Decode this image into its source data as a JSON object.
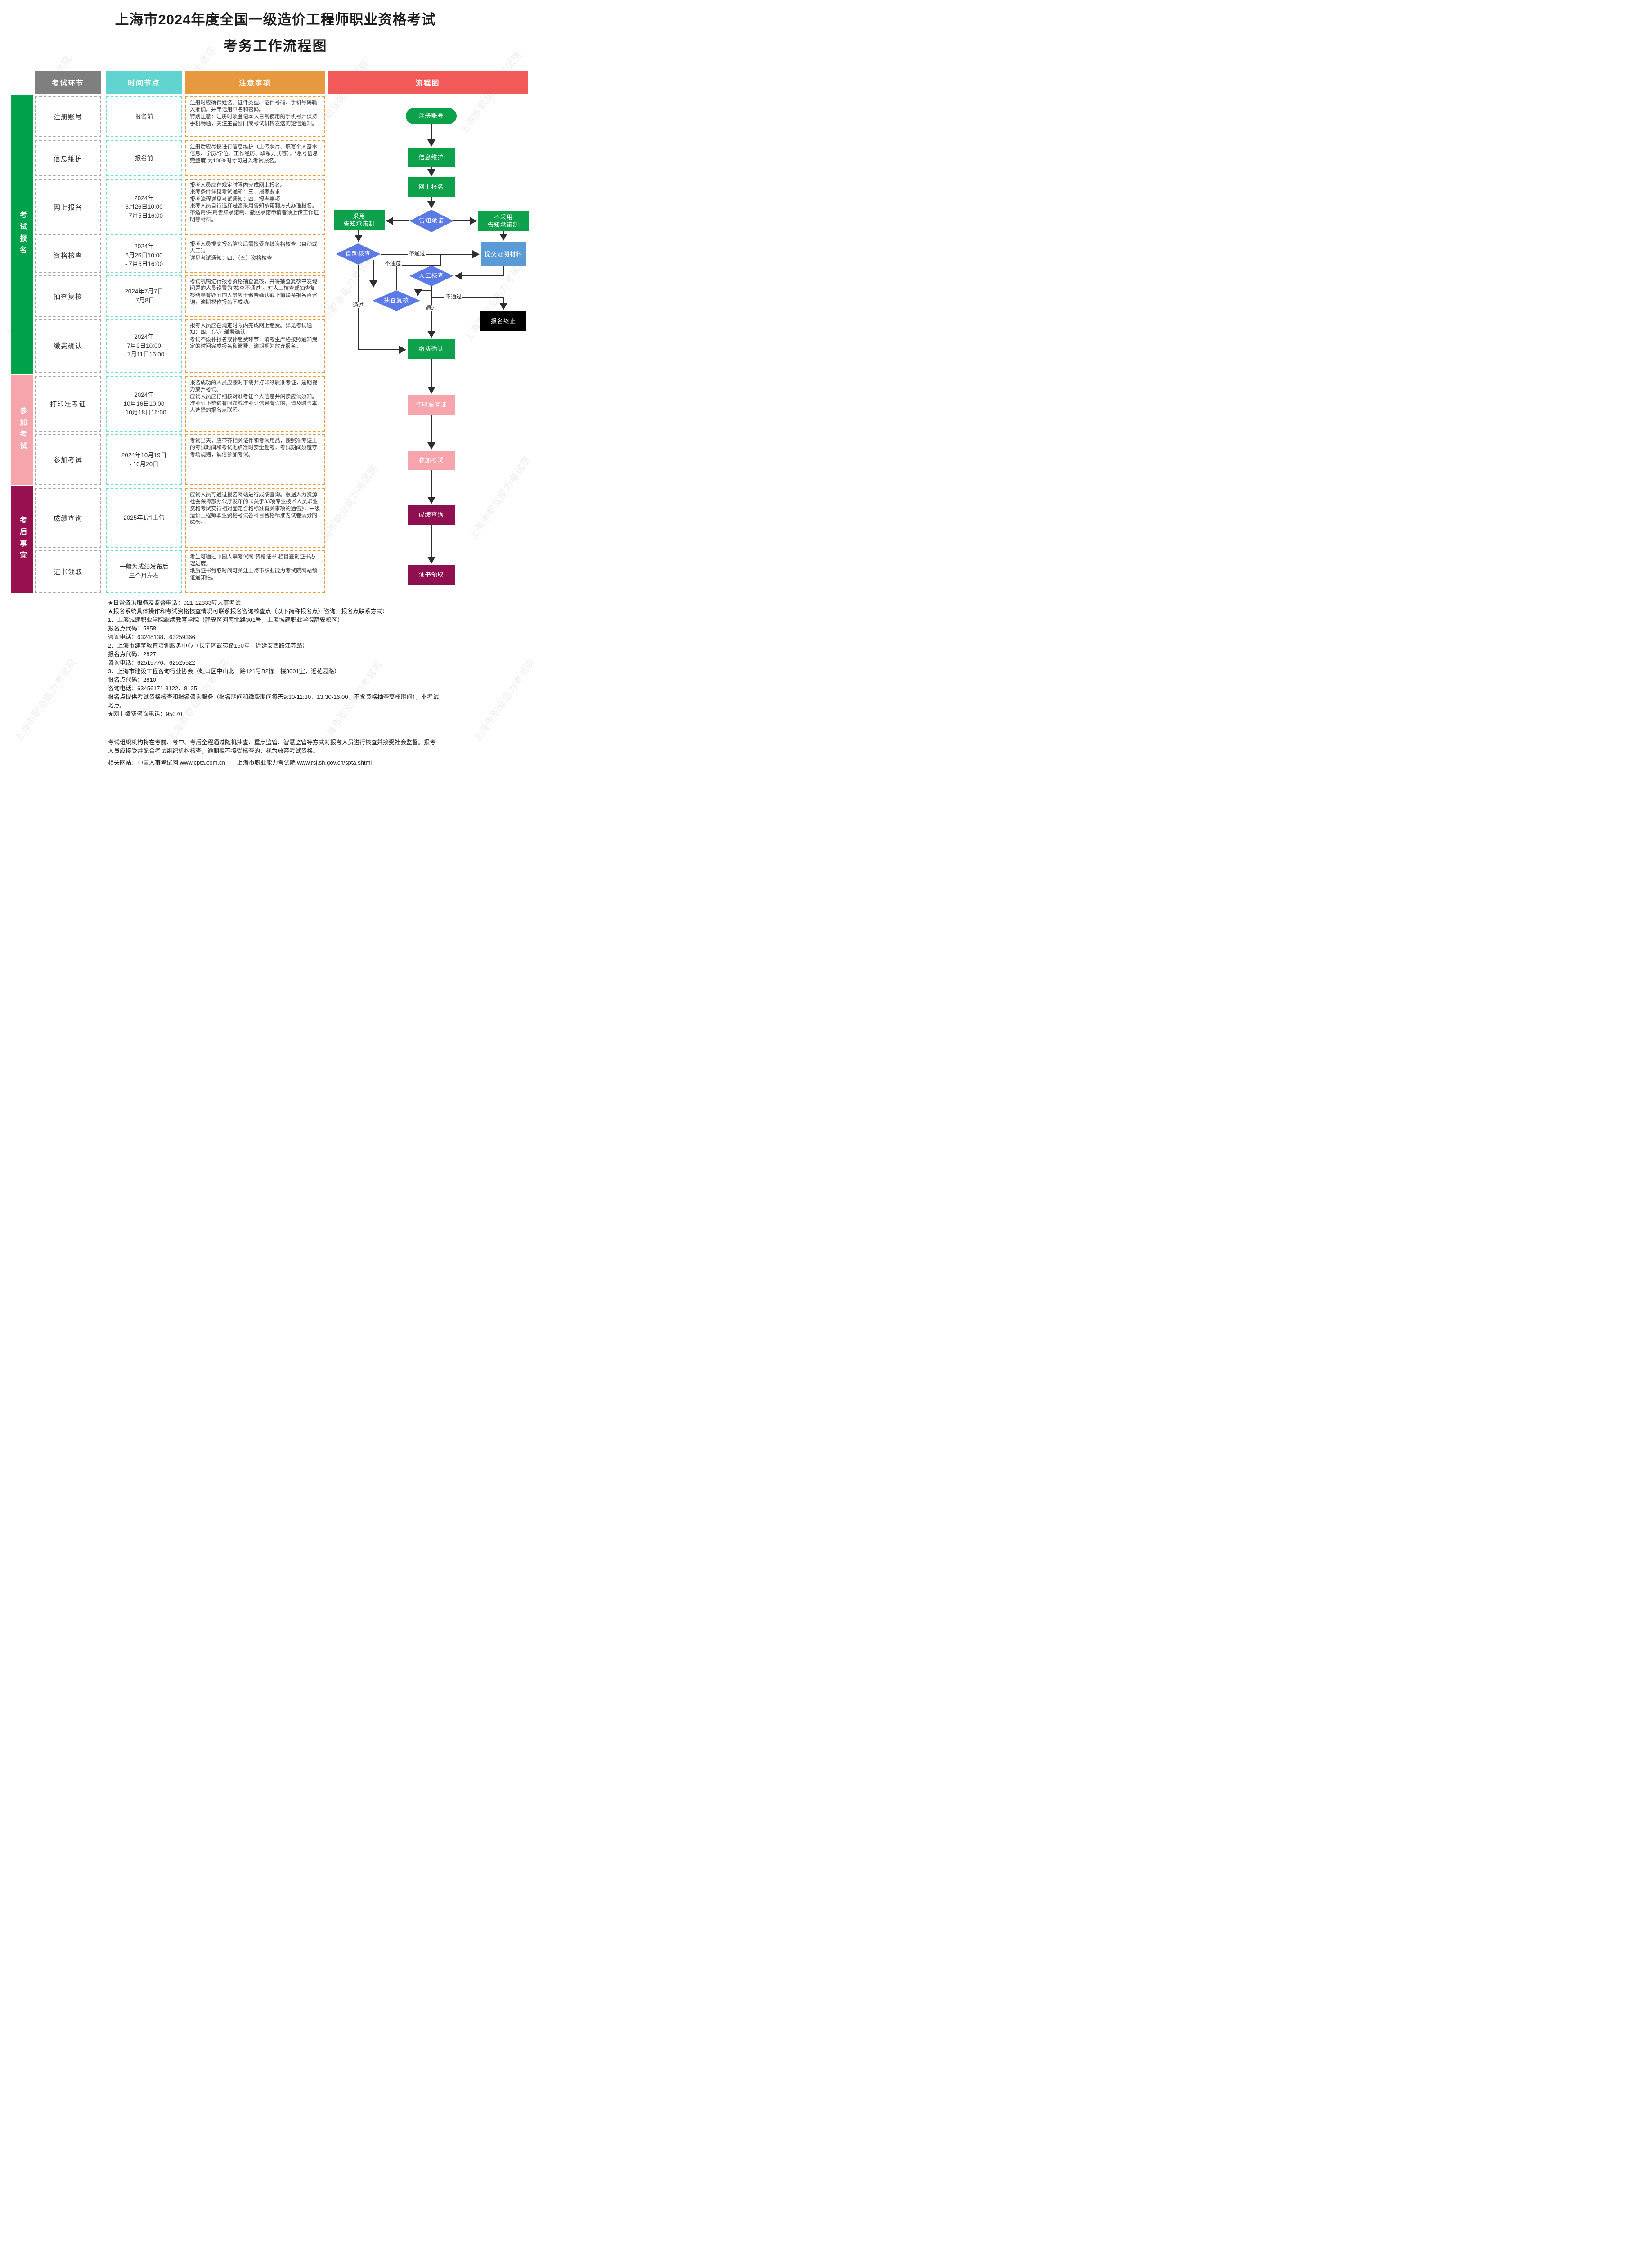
{
  "title": {
    "line1": "上海市2024年度全国一级造价工程师职业资格考试",
    "line2": "考务工作流程图"
  },
  "watermark": {
    "text": "上海市职业能力考试院"
  },
  "table": {
    "headers": [
      "考试环节",
      "时间节点",
      "注意事项",
      "流程图"
    ],
    "sections": [
      {
        "label": "考试报名",
        "color": "#00a14b"
      },
      {
        "label": "参加考试",
        "color": "#f5a5ab"
      },
      {
        "label": "考后事宜",
        "color": "#97104f"
      }
    ],
    "rows": [
      {
        "stage": "注册账号",
        "time": "报名前",
        "note": "注册时应确保姓名、证件类型、证件号码、手机号码输入准确，并牢记用户名和密码。\n特别注意：注册时须登记本人日常使用的手机号并保持手机畅通，关注主管部门或考试机构发送的短信通知。"
      },
      {
        "stage": "信息维护",
        "time": "报名前",
        "note": "注册后应尽快进行信息维护（上传照片、填写个人基本信息、学历/学位、工作经历、联系方式等），“账号信息完整度”为100%时才可进入考试报名。"
      },
      {
        "stage": "网上报名",
        "time": "2024年\n6月26日10:00\n- 7月5日16:00",
        "note": "报考人员应在规定时限内完成网上报名。\n报考条件详见考试通知：三、报考要求\n报考流程详见考试通知：四、报考事项\n报考人员自行选择是否采用告知承诺制方式办理报名。不适用/采用告知承诺制、撤回承诺申请者须上传工作证明等材料。"
      },
      {
        "stage": "资格核查",
        "time": "2024年\n6月26日10:00\n- 7月6日16:00",
        "note": "报考人员提交报名信息后需接受在线资格核查（自动或人工）。\n详见考试通知：四、（五）资格核查"
      },
      {
        "stage": "抽查复核",
        "time": "2024年7月7日\n-7月8日",
        "note": "考试机构进行报考资格抽查复核，并将抽查复核中发现问题的人员设置为“核查不通过”。对人工核查或抽查复核结果有疑问的人员应于缴费确认截止前联系报名点咨询，逾期视作报名不成功。"
      },
      {
        "stage": "缴费确认",
        "time": "2024年\n7月9日10:00\n- 7月11日16:00",
        "note": "报考人员应在规定时限内完成网上缴费。详见考试通知：四、（六）缴费确认\n考试不设补报名或补缴费环节，请考生严格按照通知规定的时间完成报名和缴费，逾期视为放弃报名。"
      },
      {
        "stage": "打印准考证",
        "time": "2024年\n10月16日10:00\n- 10月18日16:00",
        "note": "报名成功的人员应按时下载并打印纸质准考证，逾期视为放弃考试。\n应试人员应仔细核对准考证个人信息并阅读应试须知。准考证下载遇有问题或准考证信息有误的，请及时与本人选择的报名点联系。"
      },
      {
        "stage": "参加考试",
        "time": "2024年10月19日\n- 10月20日",
        "note": "考试当天，应带齐相关证件和考试用品，按照准考证上的考试时间和考试地点准时安全赴考，考试期间须遵守考场规则，诚信参加考试。"
      },
      {
        "stage": "成绩查询",
        "time": "2025年1月上旬",
        "note": "应试人员可通过报名网站进行成绩查询。根据人力资源社会保障部办公厅发布的《关于33项专业技术人员职业资格考试实行相对固定合格标准有关事项的通告》，一级造价工程师职业资格考试各科目合格标准为试卷满分的60%。"
      },
      {
        "stage": "证书领取",
        "time": "一般为成绩发布后\n三个月左右",
        "note": "考生可通过中国人事考试网“资格证书”栏目查询证书办理进度。\n纸质证书领取时间可关注上海市职业能力考试院网站领证通知栏。"
      }
    ]
  },
  "flowchart": {
    "nodes": {
      "register": "注册账号",
      "info": "信息维护",
      "online": "网上报名",
      "promise": "告知承诺",
      "adopt": "采用\n告知承诺制",
      "notadopt": "不采用\n告知承诺制",
      "autocheck": "自动核查",
      "submit": "提交证明材料",
      "manual": "人工核查",
      "sample": "抽查复核",
      "terminate": "报名终止",
      "pay": "缴费确认",
      "print": "打印准考证",
      "attend": "参加考试",
      "score": "成绩查询",
      "cert": "证书领取"
    },
    "labels": {
      "pass": "通过",
      "fail": "不通过"
    }
  },
  "footer": {
    "lines": [
      "★日常咨询服务及监督电话：021-12333转人事考试",
      "★报名系统具体操作和考试资格核查情况可联系报名咨询核查点（以下简称报名点）咨询，报名点联系方式：",
      "1．上海城建职业学院继续教育学院（静安区河南北路301号，上海城建职业学院静安校区）",
      "报名点代码：5858",
      "咨询电话：63248138、63259366",
      "2．上海市建筑教育培训服务中心（长宁区武夷路150号，近延安西路江苏路）",
      "报名点代码：2827",
      "咨询电话：62515770、62525522",
      "3．上海市建设工程咨询行业协会（虹口区中山北一路121号B2栋三楼3001室，近花园路）",
      "报名点代码：2810",
      "咨询电话：63456171-8122、8125",
      "报名点提供考试资格核查和报名咨询服务（报名期间和缴费期间每天9:30-11:30，13:30-16:00，不含资格抽查复核期间），非考试地点。",
      "★网上缴费咨询电话：95070",
      "考试组织机构将在考前、考中、考后全程通过随机抽查、重点监管、智慧监管等方式对报考人员进行核查并接受社会监督。报考人员应接受并配合考试组织机构核查，逾期拒不接受核查的，视为放弃考试资格。",
      "相关网站：中国人事考试网 www.cpta.com.cn　　上海市职业能力考试院 www.rsj.sh.gov.cn/spta.shtml"
    ]
  }
}
